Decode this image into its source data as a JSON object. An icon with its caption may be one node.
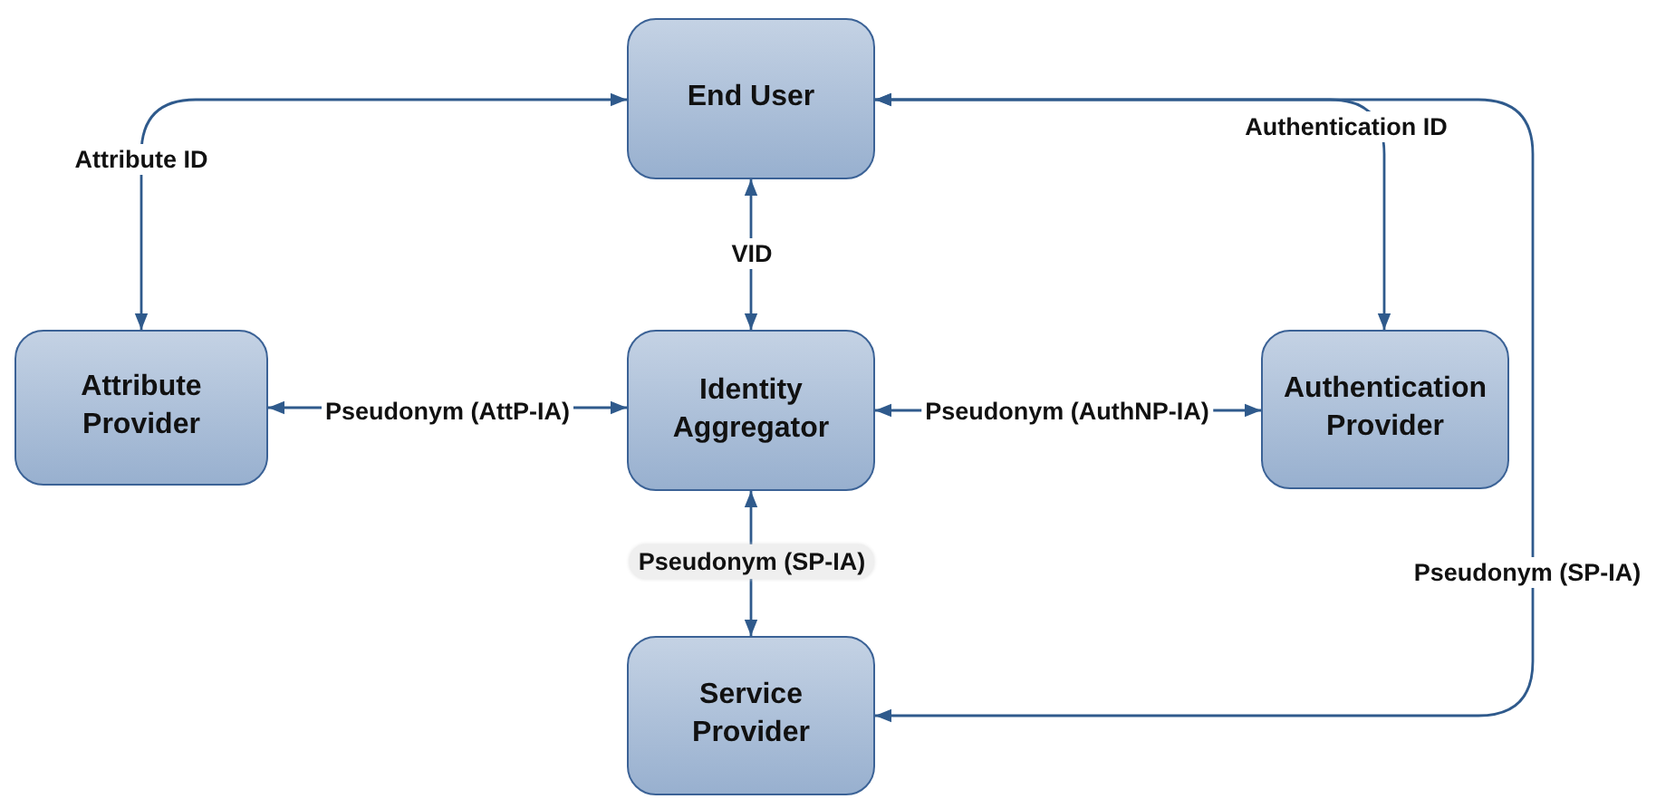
{
  "diagram": {
    "nodes": [
      {
        "text": [
          "End User"
        ]
      },
      {
        "text": [
          "Attribute Provider"
        ]
      },
      {
        "text": [
          "Identity Aggregator"
        ]
      },
      {
        "text": [
          "Authentication Provider"
        ]
      },
      {
        "text": [
          "Service Provider"
        ]
      }
    ],
    "edges": [
      {
        "from": 0,
        "to": 1,
        "arrow": "both",
        "label": "Attribute ID"
      },
      {
        "from": 0,
        "to": 2,
        "arrow": "both",
        "label": "VID"
      },
      {
        "from": 1,
        "to": 2,
        "arrow": "both",
        "label": "Pseudonym (AttP-IA)"
      },
      {
        "from": 2,
        "to": 3,
        "arrow": "both",
        "label": "Pseudonym (AuthNP-IA)"
      },
      {
        "from": 2,
        "to": 4,
        "arrow": "both",
        "label": "Pseudonym (SP-IA)"
      },
      {
        "from": 0,
        "to": 3,
        "arrow": "both",
        "label": "Authentication ID"
      },
      {
        "from": 0,
        "to": 4,
        "arrow": "both",
        "label": "Pseudonym (SP-IA)"
      }
    ]
  }
}
